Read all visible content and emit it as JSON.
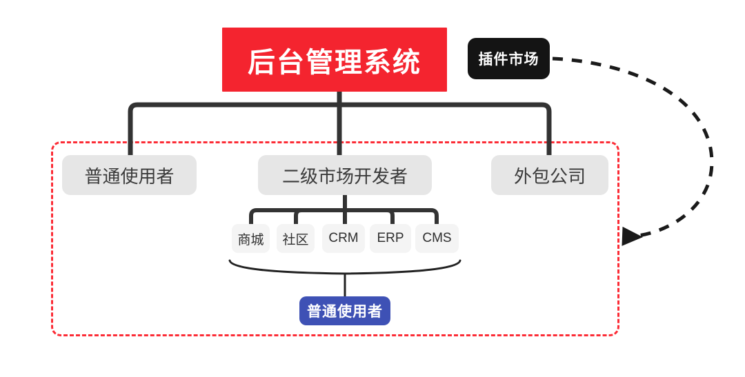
{
  "diagram": {
    "title": "后台管理系统",
    "root": {
      "label": "后台管理系统",
      "color": "#f4242f",
      "text_color": "#ffffff"
    },
    "aside": {
      "label": "插件市场",
      "color": "#141414",
      "text_color": "#ffffff"
    },
    "level2": [
      {
        "label": "普通使用者",
        "color": "#e6e6e6",
        "text_color": "#3a3a3a"
      },
      {
        "label": "二级市场开发者",
        "color": "#e6e6e6",
        "text_color": "#3a3a3a"
      },
      {
        "label": "外包公司",
        "color": "#e6e6e6",
        "text_color": "#3a3a3a"
      }
    ],
    "tags": [
      {
        "label": "商城"
      },
      {
        "label": "社区"
      },
      {
        "label": "CRM"
      },
      {
        "label": "ERP"
      },
      {
        "label": "CMS"
      }
    ],
    "leaf": {
      "label": "普通使用者",
      "color": "#3e51b5",
      "text_color": "#ffffff"
    },
    "group_frame": {
      "style": "dashed",
      "color": "#fc2b35"
    },
    "connectors": {
      "tree_color": "#333333",
      "brace_color": "#222222",
      "arrow_color": "#1a1a1a",
      "arrow_style": "dashed-curved"
    }
  }
}
